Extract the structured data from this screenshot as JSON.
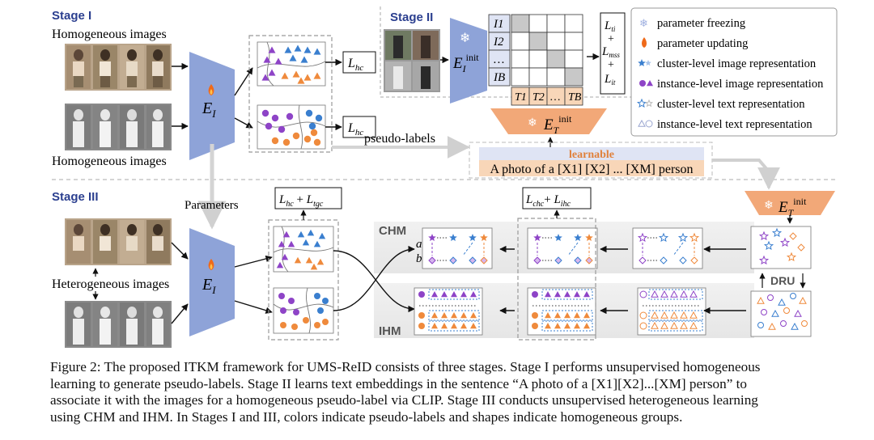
{
  "stage1": {
    "title": "Stage I",
    "label_top": "Homogeneous images",
    "label_bottom": "Homogeneous images",
    "encoder": "E_I",
    "loss_top": "L_hc",
    "loss_bottom": "L_hc",
    "pseudo_labels": "pseudo-labels"
  },
  "stage2": {
    "title": "Stage II",
    "encoder": "E_I^init",
    "rows": [
      "I_1",
      "I_2",
      "…",
      "I_B"
    ],
    "cols": [
      "T_1",
      "T_2",
      "…",
      "T_B"
    ],
    "text_encoder": "E_T^init",
    "losses": [
      "L_ti",
      "+",
      "L_mss",
      "+",
      "L_it"
    ],
    "learnable": "learnable",
    "prompt": "A photo of a [X1] [X2] ... [XM] person"
  },
  "legend": {
    "items": [
      {
        "label": "parameter freezing",
        "icon": "snowflake-icon"
      },
      {
        "label": "parameter updating",
        "icon": "flame-icon"
      },
      {
        "label": "cluster-level image representation",
        "icon": "star-icon"
      },
      {
        "label": "instance-level image representation",
        "icon": "circle-triangle-icon"
      },
      {
        "label": "cluster-level text representation",
        "icon": "star-outline-icon"
      },
      {
        "label": "instance-level text representation",
        "icon": "outline-shapes-icon"
      }
    ]
  },
  "stage3": {
    "title": "Stage III",
    "parameters": "Parameters",
    "label_mid": "Heterogeneous images",
    "encoder": "E_I",
    "loss_left": "L_hc + L_tgc",
    "loss_right": "L_chc + L_ihc",
    "chm": "CHM",
    "ihm": "IHM",
    "dru": "DRU",
    "text_encoder": "E_T^init",
    "a": "a",
    "b": "b"
  },
  "caption": {
    "lines": [
      "Figure 2: The proposed ITKM framework for UMS-ReID consists of three stages. Stage I performs unsupervised homogeneous",
      "learning to generate pseudo-labels. Stage II learns text embeddings in the sentence “A photo of a [X1][X2]...[XM] person” to",
      "associate it with the images for a homogeneous pseudo-label via CLIP. Stage III conducts unsupervised heterogeneous learning",
      "using CHM and IHM. In Stages I and III, colors indicate pseudo-labels and shapes indicate homogeneous groups."
    ]
  },
  "colors": {
    "purple": "#8e44c7",
    "blue": "#3a7fcf",
    "orange": "#ef8a3c",
    "encoder": "#8ea3d8",
    "text_encoder": "#f2a878",
    "learnable": "#f4a46c"
  }
}
